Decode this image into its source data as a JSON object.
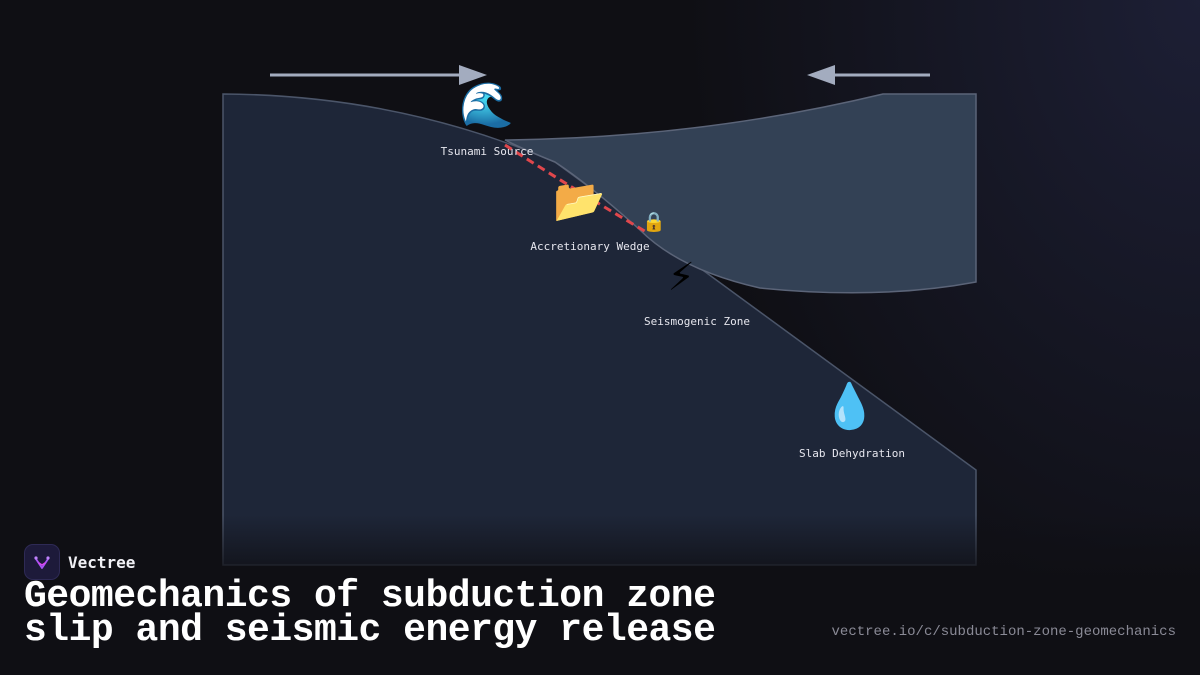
{
  "diagram": {
    "labels": {
      "tsunami_source": "Tsunami Source",
      "accretionary_wedge": "Accretionary Wedge",
      "seismogenic_zone": "Seismogenic Zone",
      "slab_dehydration": "Slab Dehydration"
    },
    "icons": {
      "tsunami_source": "🌊",
      "accretionary_wedge": "📂",
      "lock": "🔒",
      "seismogenic_zone": "⚡",
      "slab_dehydration": "💧"
    },
    "colors": {
      "plate_lower": "#1e2638",
      "plate_upper": "#334155",
      "arrows": "#a3acbf",
      "fault_line": "#e0474c"
    }
  },
  "brand": {
    "name": "Vectree"
  },
  "title": "Geomechanics of subduction zone slip and seismic energy release",
  "url": "vectree.io/c/subduction-zone-geomechanics"
}
